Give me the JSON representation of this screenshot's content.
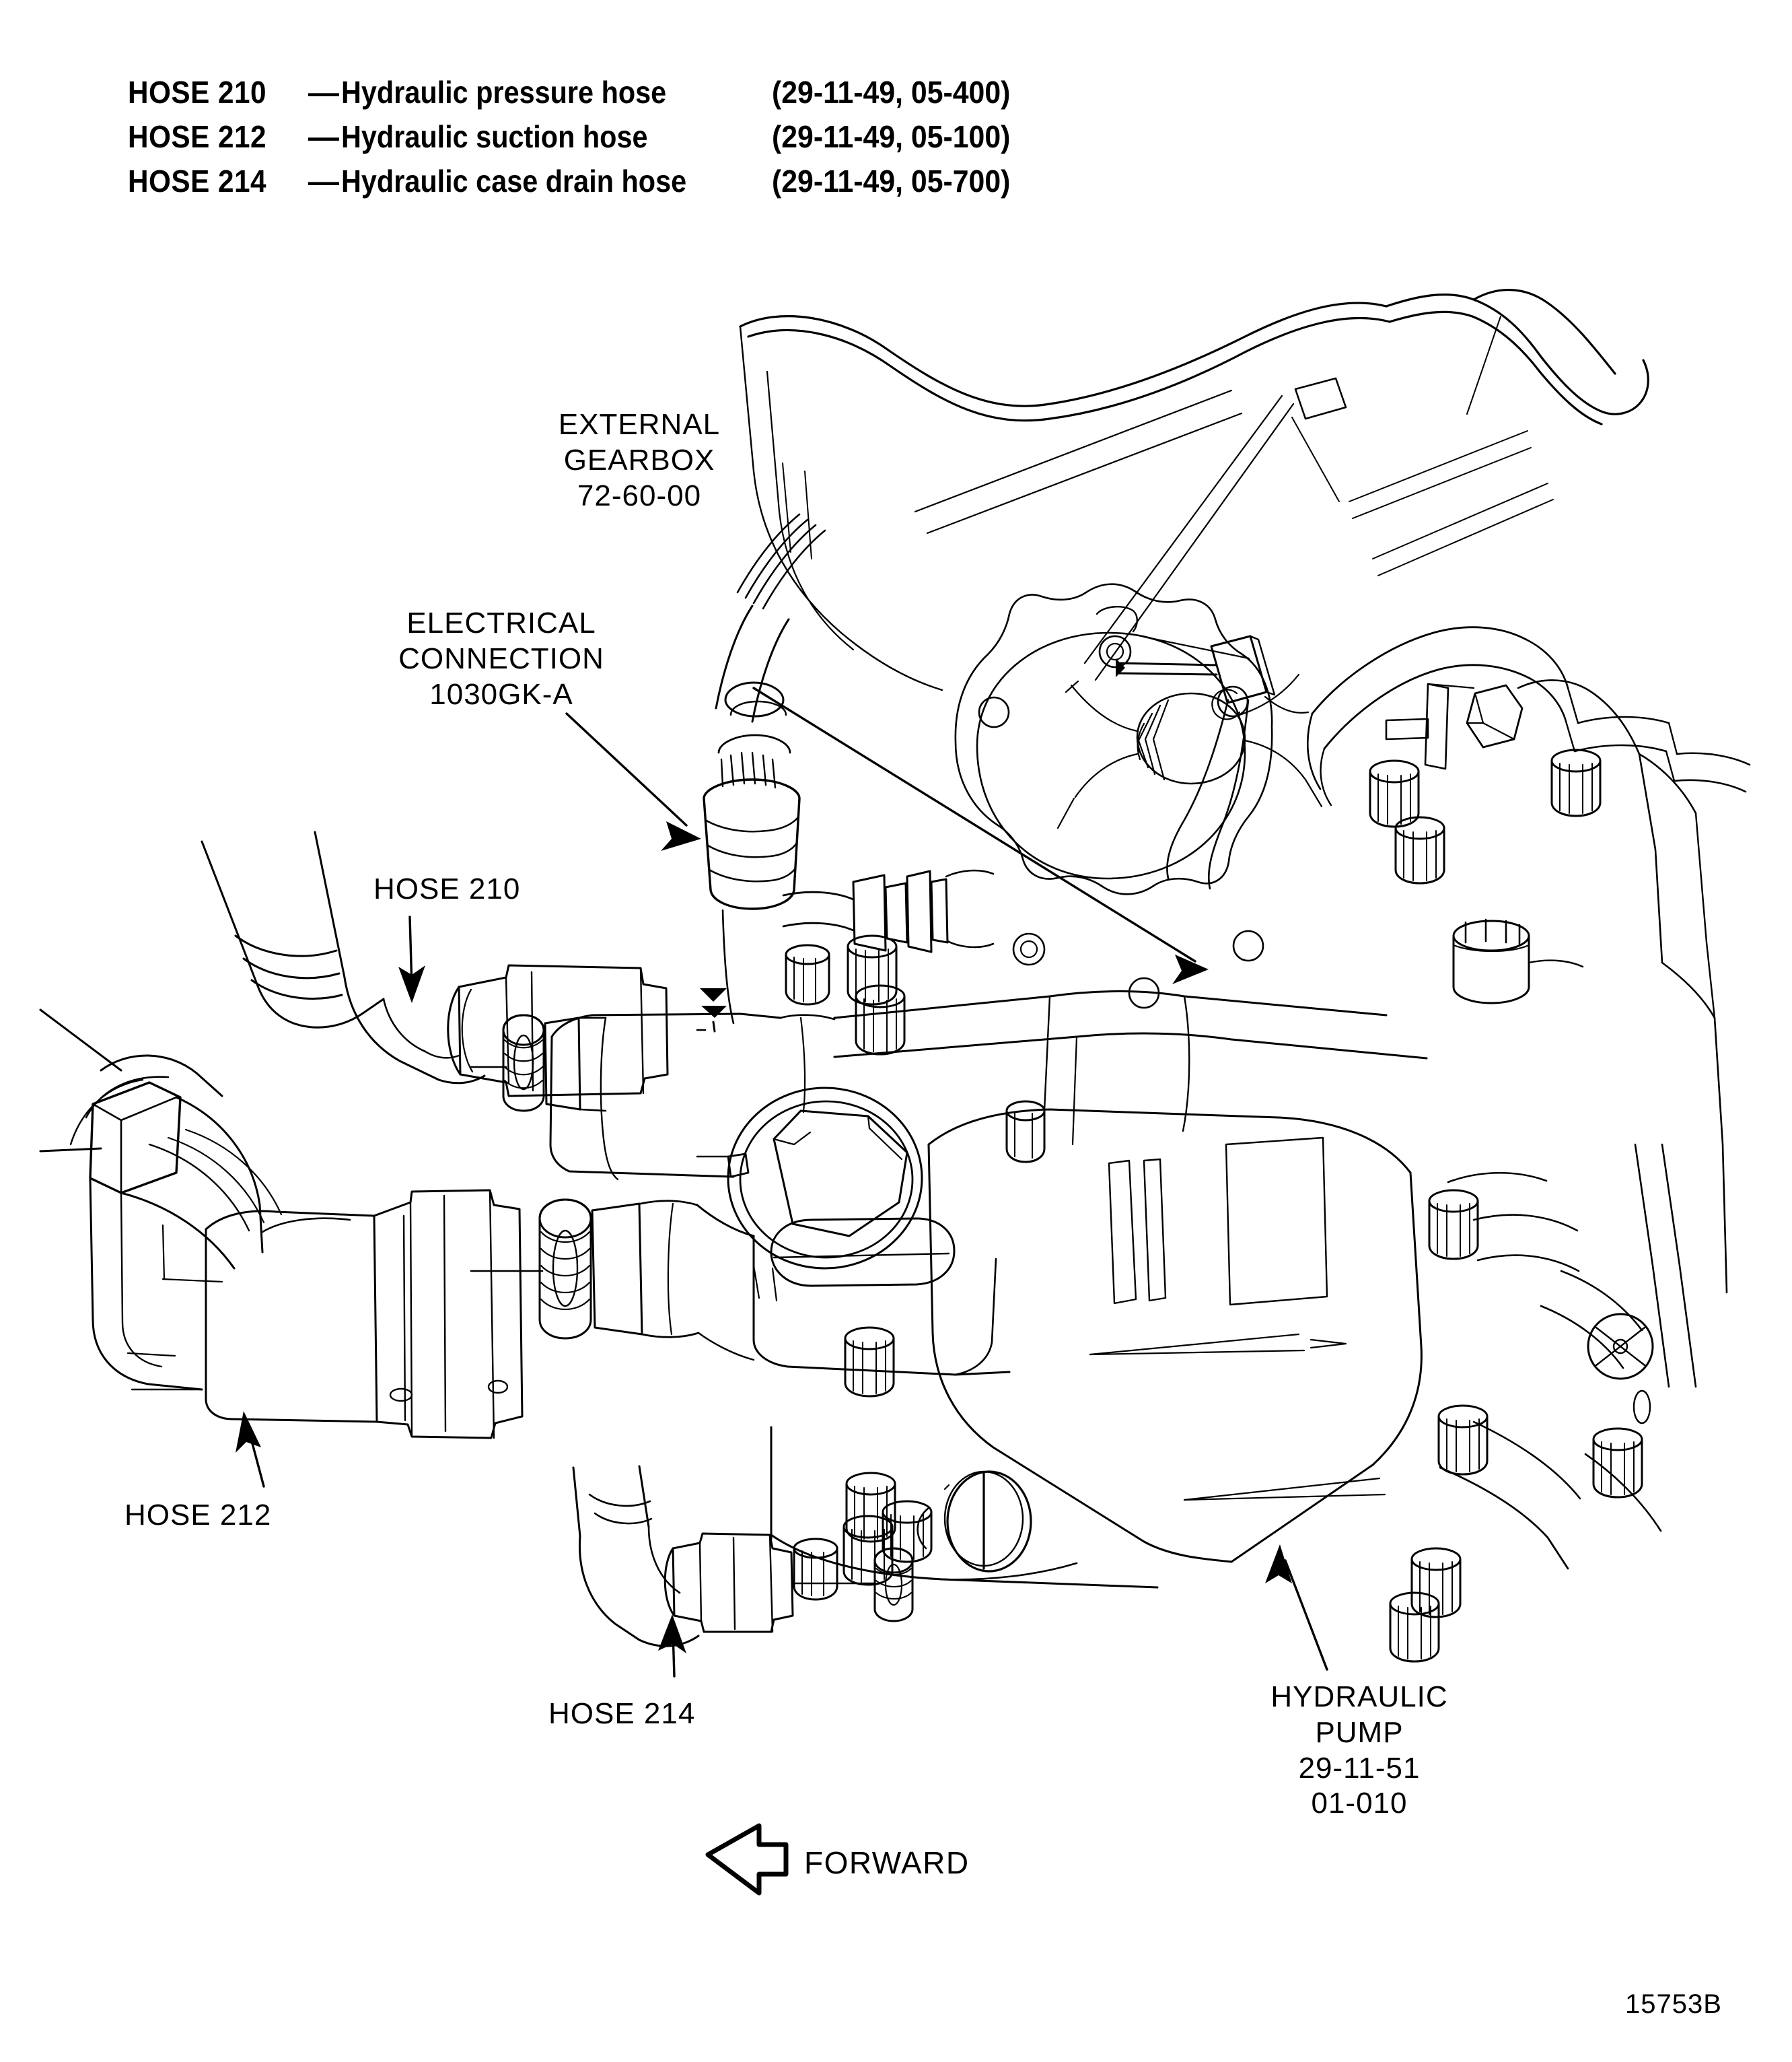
{
  "legend": {
    "rows": [
      {
        "name": "HOSE 210",
        "dash": "—",
        "desc": "Hydraulic pressure hose",
        "ref": "(29-11-49, 05-400)"
      },
      {
        "name": "HOSE 212",
        "dash": "—",
        "desc": "Hydraulic suction hose",
        "ref": "(29-11-49, 05-100)"
      },
      {
        "name": "HOSE 214",
        "dash": "—",
        "desc": "Hydraulic case drain hose",
        "ref": "(29-11-49, 05-700)"
      }
    ]
  },
  "callouts": {
    "external_gearbox": "EXTERNAL\nGEARBOX\n72-60-00",
    "electrical_connection": "ELECTRICAL\nCONNECTION\n1030GK-A",
    "hose_210": "HOSE 210",
    "hose_212": "HOSE 212",
    "hose_214": "HOSE 214",
    "hydraulic_pump": "HYDRAULIC\nPUMP\n29-11-51\n01-010",
    "forward": "FORWARD"
  },
  "figure_number": "15753B",
  "colors": {
    "line": "#000000",
    "background": "#ffffff"
  }
}
